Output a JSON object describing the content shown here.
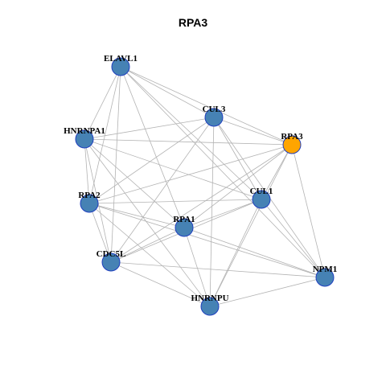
{
  "title": "RPA3",
  "colors": {
    "node_default": "#4682B4",
    "node_border": "#1f3fbf",
    "node_highlight": "#FFA500",
    "edge": "#b3b3b3"
  },
  "nodes": [
    {
      "id": "ELAVL1",
      "label": "ELAVL1",
      "highlight": false
    },
    {
      "id": "CUL3",
      "label": "CUL3",
      "highlight": false
    },
    {
      "id": "HNRNPA1",
      "label": "HNRNPA1",
      "highlight": false
    },
    {
      "id": "RPA3",
      "label": "RPA3",
      "highlight": true
    },
    {
      "id": "RPA2",
      "label": "RPA2",
      "highlight": false
    },
    {
      "id": "CUL1",
      "label": "CUL1",
      "highlight": false
    },
    {
      "id": "RPA1",
      "label": "RPA1",
      "highlight": false
    },
    {
      "id": "CDC5L",
      "label": "CDC5L",
      "highlight": false
    },
    {
      "id": "NPM1",
      "label": "NPM1",
      "highlight": false
    },
    {
      "id": "HNRNPU",
      "label": "HNRNPU",
      "highlight": false
    }
  ],
  "edges": [
    [
      "ELAVL1",
      "CUL3"
    ],
    [
      "ELAVL1",
      "RPA3"
    ],
    [
      "ELAVL1",
      "HNRNPA1"
    ],
    [
      "ELAVL1",
      "RPA2"
    ],
    [
      "ELAVL1",
      "CDC5L"
    ],
    [
      "ELAVL1",
      "RPA1"
    ],
    [
      "ELAVL1",
      "CUL1"
    ],
    [
      "ELAVL1",
      "NPM1"
    ],
    [
      "CUL3",
      "RPA3"
    ],
    [
      "CUL3",
      "HNRNPA1"
    ],
    [
      "CUL3",
      "RPA2"
    ],
    [
      "CUL3",
      "CDC5L"
    ],
    [
      "CUL3",
      "HNRNPU"
    ],
    [
      "CUL3",
      "CUL1"
    ],
    [
      "CUL3",
      "NPM1"
    ],
    [
      "HNRNPA1",
      "RPA3"
    ],
    [
      "HNRNPA1",
      "RPA2"
    ],
    [
      "HNRNPA1",
      "CDC5L"
    ],
    [
      "HNRNPA1",
      "RPA1"
    ],
    [
      "HNRNPA1",
      "HNRNPU"
    ],
    [
      "HNRNPA1",
      "CUL1"
    ],
    [
      "RPA3",
      "RPA2"
    ],
    [
      "RPA3",
      "RPA1"
    ],
    [
      "RPA3",
      "CUL1"
    ],
    [
      "RPA3",
      "NPM1"
    ],
    [
      "RPA3",
      "HNRNPU"
    ],
    [
      "RPA3",
      "CDC5L"
    ],
    [
      "RPA2",
      "CUL1"
    ],
    [
      "RPA2",
      "RPA1"
    ],
    [
      "RPA2",
      "CDC5L"
    ],
    [
      "RPA2",
      "HNRNPU"
    ],
    [
      "RPA2",
      "NPM1"
    ],
    [
      "CUL1",
      "RPA1"
    ],
    [
      "CUL1",
      "CDC5L"
    ],
    [
      "CUL1",
      "HNRNPU"
    ],
    [
      "CUL1",
      "NPM1"
    ],
    [
      "RPA1",
      "CDC5L"
    ],
    [
      "RPA1",
      "HNRNPU"
    ],
    [
      "RPA1",
      "NPM1"
    ],
    [
      "CDC5L",
      "HNRNPU"
    ],
    [
      "CDC5L",
      "NPM1"
    ],
    [
      "HNRNPU",
      "NPM1"
    ]
  ]
}
